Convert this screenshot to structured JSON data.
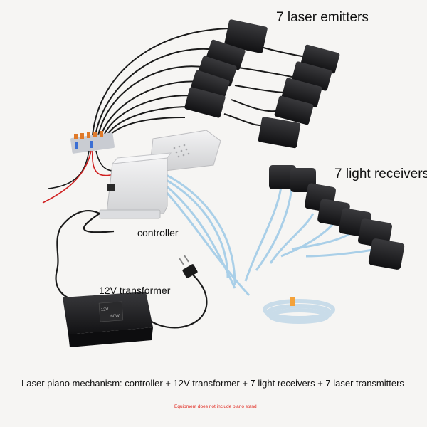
{
  "labels": {
    "laser_emitters": "7 laser emitters",
    "light_receivers": "7 light receivers",
    "controller": "controller",
    "transformer": "12V transformer"
  },
  "caption": "Laser piano mechanism: controller + 12V transformer + 7 light receivers + 7 laser transmitters",
  "note": "Equipment does not include piano stand",
  "transformer_print": {
    "output": "12V",
    "power": "60W"
  },
  "colors": {
    "background": "#f6f5f3",
    "module_black": "#1b1b1d",
    "controller_white": "#e9e9ea",
    "ribbon_blue": "#a9cfe8",
    "note_red": "#e0261c"
  }
}
